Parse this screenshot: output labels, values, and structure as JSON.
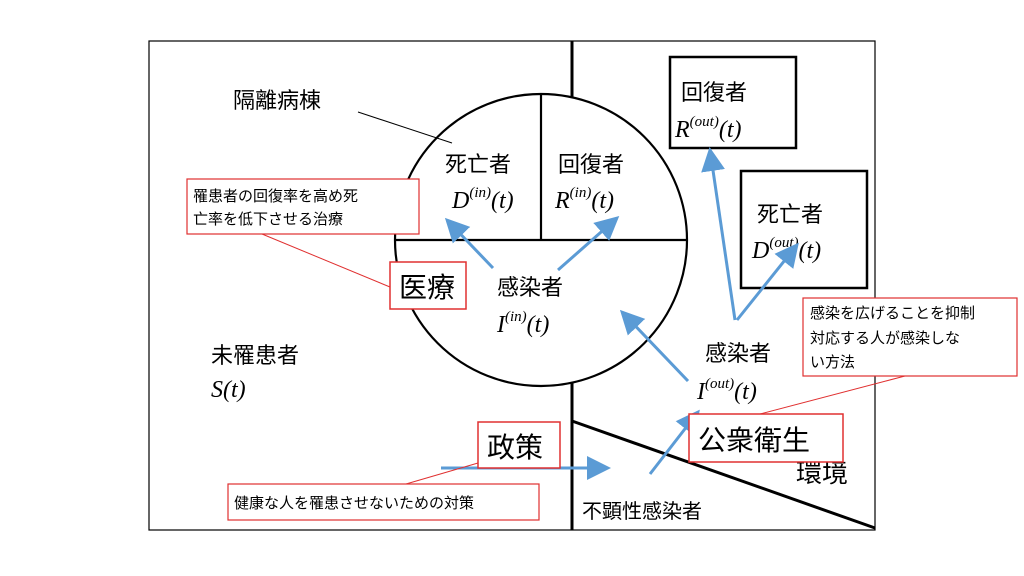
{
  "colors": {
    "arrow": "#5b9bd5",
    "callout": "#e03030",
    "line": "#000000",
    "background": "#ffffff"
  },
  "isolation_ward": {
    "label": "隔離病棟"
  },
  "inside": {
    "dead": {
      "label": "死亡者",
      "var": "D",
      "sup": "(in)",
      "arg": "(t)"
    },
    "recovered": {
      "label": "回復者",
      "var": "R",
      "sup": "(in)",
      "arg": "(t)"
    },
    "infected": {
      "label": "感染者",
      "var": "I",
      "sup": "(in)",
      "arg": "(t)"
    }
  },
  "outside": {
    "recovered": {
      "label": "回復者",
      "var": "R",
      "sup": "(out)",
      "arg": "(t)"
    },
    "dead": {
      "label": "死亡者",
      "var": "D",
      "sup": "(out)",
      "arg": "(t)"
    },
    "infected": {
      "label": "感染者",
      "var": "I",
      "sup": "(out)",
      "arg": "(t)"
    }
  },
  "susceptible": {
    "label": "未罹患者",
    "var": "S",
    "arg": "(t)"
  },
  "asymptomatic": {
    "label": "不顕性感染者"
  },
  "environment": {
    "label": "環境"
  },
  "boxes": {
    "medical": {
      "label": "医療"
    },
    "policy": {
      "label": "政策"
    },
    "public_health": {
      "label": "公衆衛生"
    }
  },
  "callouts": {
    "medical": {
      "lines": [
        "罹患者の回復率を高め死",
        "亡率を低下させる治療"
      ]
    },
    "policy": {
      "lines": [
        "健康な人を罹患させないための対策"
      ]
    },
    "public_health": {
      "lines": [
        "感染を広げることを抑制",
        "対応する人が感染しな",
        "い方法"
      ]
    }
  }
}
